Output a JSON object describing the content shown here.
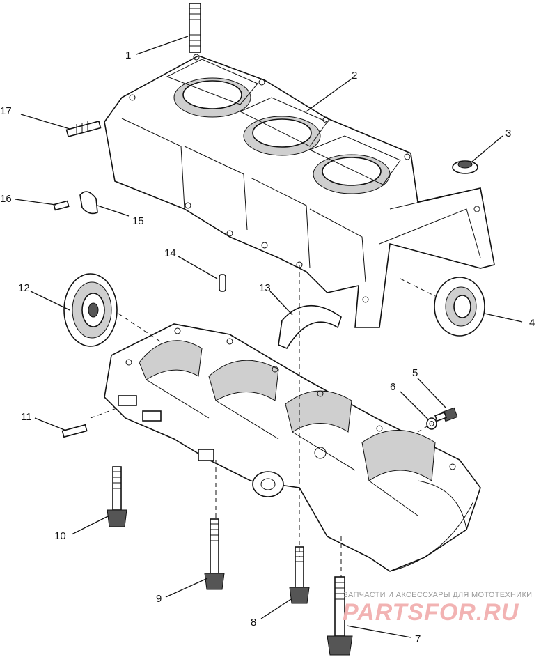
{
  "callouts": [
    {
      "id": "1",
      "text": "1"
    },
    {
      "id": "2",
      "text": "2"
    },
    {
      "id": "3",
      "text": "3"
    },
    {
      "id": "4",
      "text": "4"
    },
    {
      "id": "5",
      "text": "5"
    },
    {
      "id": "6",
      "text": "6"
    },
    {
      "id": "7",
      "text": "7"
    },
    {
      "id": "8",
      "text": "8"
    },
    {
      "id": "9",
      "text": "9"
    },
    {
      "id": "10",
      "text": "10"
    },
    {
      "id": "11",
      "text": "11"
    },
    {
      "id": "12",
      "text": "12"
    },
    {
      "id": "13",
      "text": "13"
    },
    {
      "id": "14",
      "text": "14"
    },
    {
      "id": "15",
      "text": "15"
    },
    {
      "id": "16",
      "text": "16"
    },
    {
      "id": "17",
      "text": "17"
    }
  ],
  "watermark": {
    "tagline": "ЗАПЧАСТИ И АКСЕССУАРЫ ДЛЯ МОТОТЕХНИКИ",
    "logo": "PARTSFOR.RU"
  }
}
